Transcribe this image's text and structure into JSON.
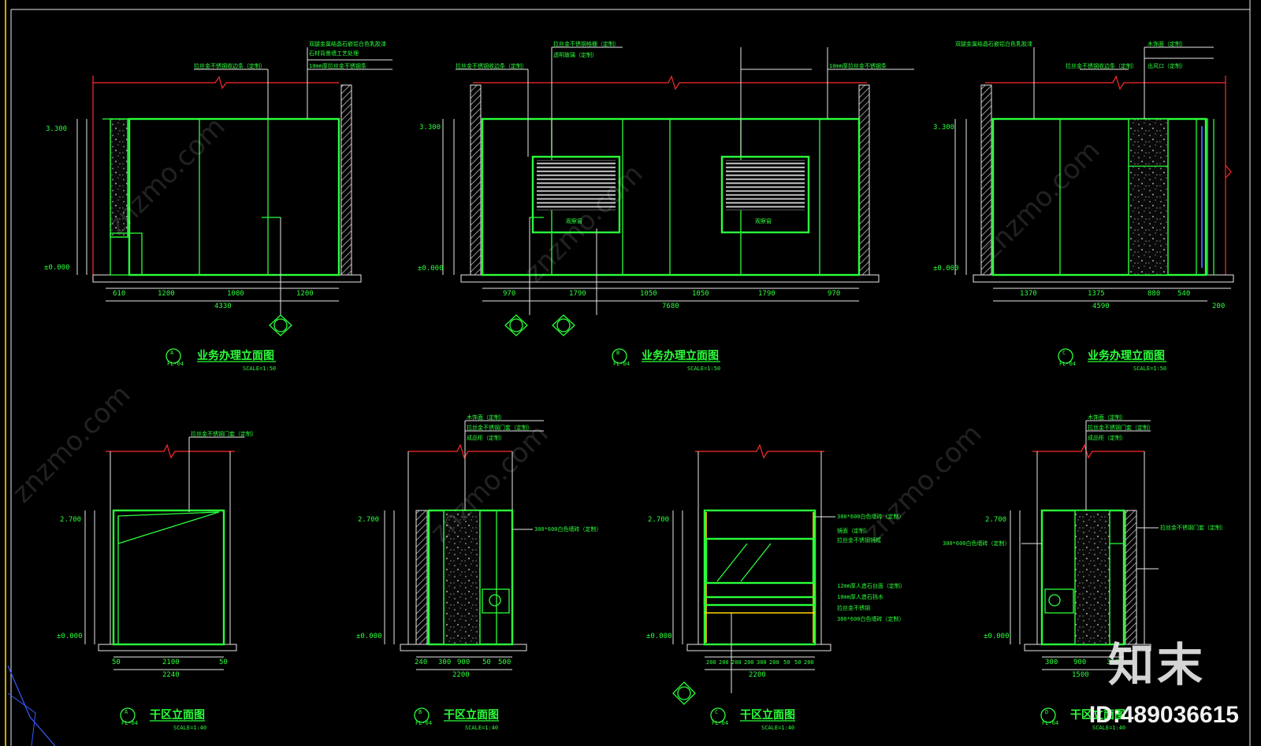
{
  "watermark": {
    "brand": "知末",
    "id_label": "ID:489036615",
    "site": "znzmo.com"
  },
  "colors": {
    "background": "#000000",
    "line": "#2bff3a",
    "dim": "#e8e8e8",
    "cut": "#ff2a2a",
    "frame": "#ffd800"
  },
  "views": [
    {
      "title": "业务办理立面图",
      "scale": "SCALE=1:50",
      "ref": "FL-04",
      "tag": "A",
      "overall": "4330",
      "segments": [
        "610",
        "1200",
        "1000",
        "1200"
      ],
      "levels": [
        "3.300",
        "±0.000"
      ],
      "notes": [
        "双腿金属结晶石嵌铝白色乳胶漆",
        "石材背景墙工艺处理",
        "拉丝金不锈钢收边条（定制）",
        "10mm厚拉丝金不锈钢条"
      ]
    },
    {
      "title": "业务办理立面图",
      "scale": "SCALE=1:50",
      "ref": "FL-04",
      "tag": "B",
      "overall": "7680",
      "segments": [
        "970",
        "1790",
        "1050",
        "1050",
        "1790",
        "970"
      ],
      "levels": [
        "3.300",
        "±0.000"
      ],
      "window_labels": [
        "观察窗",
        "观察窗"
      ],
      "notes": [
        "拉丝金不锈钢收边条（定制）",
        "拉丝金不锈钢格栅（定制）",
        "透明玻璃（定制）",
        "10mm厚拉丝金不锈钢条"
      ]
    },
    {
      "title": "业务办理立面图",
      "scale": "SCALE=1:50",
      "ref": "FL-04",
      "tag": "C",
      "overall": "4590",
      "segments": [
        "1370",
        "1375",
        "880",
        "540",
        "200"
      ],
      "levels": [
        "3.300",
        "±0.000"
      ],
      "notes": [
        "双腿金属结晶石嵌铝白色乳胶漆",
        "木饰面（定制）",
        "拉丝金不锈钢收边条（定制）",
        "出风口（定制）"
      ]
    },
    {
      "title": "干区立面图",
      "scale": "SCALE=1:40",
      "ref": "FL-04",
      "tag": "A",
      "overall": "2240",
      "segments": [
        "50",
        "2100",
        "50"
      ],
      "levels": [
        "2.700",
        "±0.000"
      ],
      "notes": [
        "拉丝金不锈钢门套（定制）"
      ]
    },
    {
      "title": "干区立面图",
      "scale": "SCALE=1:40",
      "ref": "FL-04",
      "tag": "B",
      "overall": "2200",
      "segments": [
        "240",
        "300",
        "900",
        "50",
        "500"
      ],
      "levels": [
        "2.700",
        "±0.000"
      ],
      "notes": [
        "木饰面（定制）",
        "拉丝金不锈钢门套（定制）",
        "成品柜（定制）",
        "300*600白色墙砖（定制）"
      ]
    },
    {
      "title": "干区立面图",
      "scale": "SCALE=1:40",
      "ref": "FL-04",
      "tag": "C",
      "overall": "2200",
      "segments": [
        "200",
        "200",
        "200",
        "200",
        "300",
        "200",
        "50",
        "50",
        "200"
      ],
      "levels": [
        "2.700",
        "±0.000"
      ],
      "notes": [
        "300*600白色墙砖（定制）",
        "镜面（定制）",
        "拉丝金不锈钢镜框",
        "12mm厚人造石台面（定制）",
        "10mm厚人造石挡水",
        "拉丝金不锈钢",
        "300*600白色墙砖（定制）"
      ]
    },
    {
      "title": "干区立面图",
      "scale": "SCALE=1:40",
      "ref": "FL-04",
      "tag": "D",
      "overall": "1500",
      "segments": [
        "300",
        "900",
        "300"
      ],
      "levels": [
        "2.700",
        "±0.000"
      ],
      "notes": [
        "木饰面（定制）",
        "拉丝金不锈钢门套（定制）",
        "成品柜（定制）",
        "300*600白色墙砖（定制）",
        "拉丝金不锈钢门套（定制）"
      ]
    }
  ]
}
